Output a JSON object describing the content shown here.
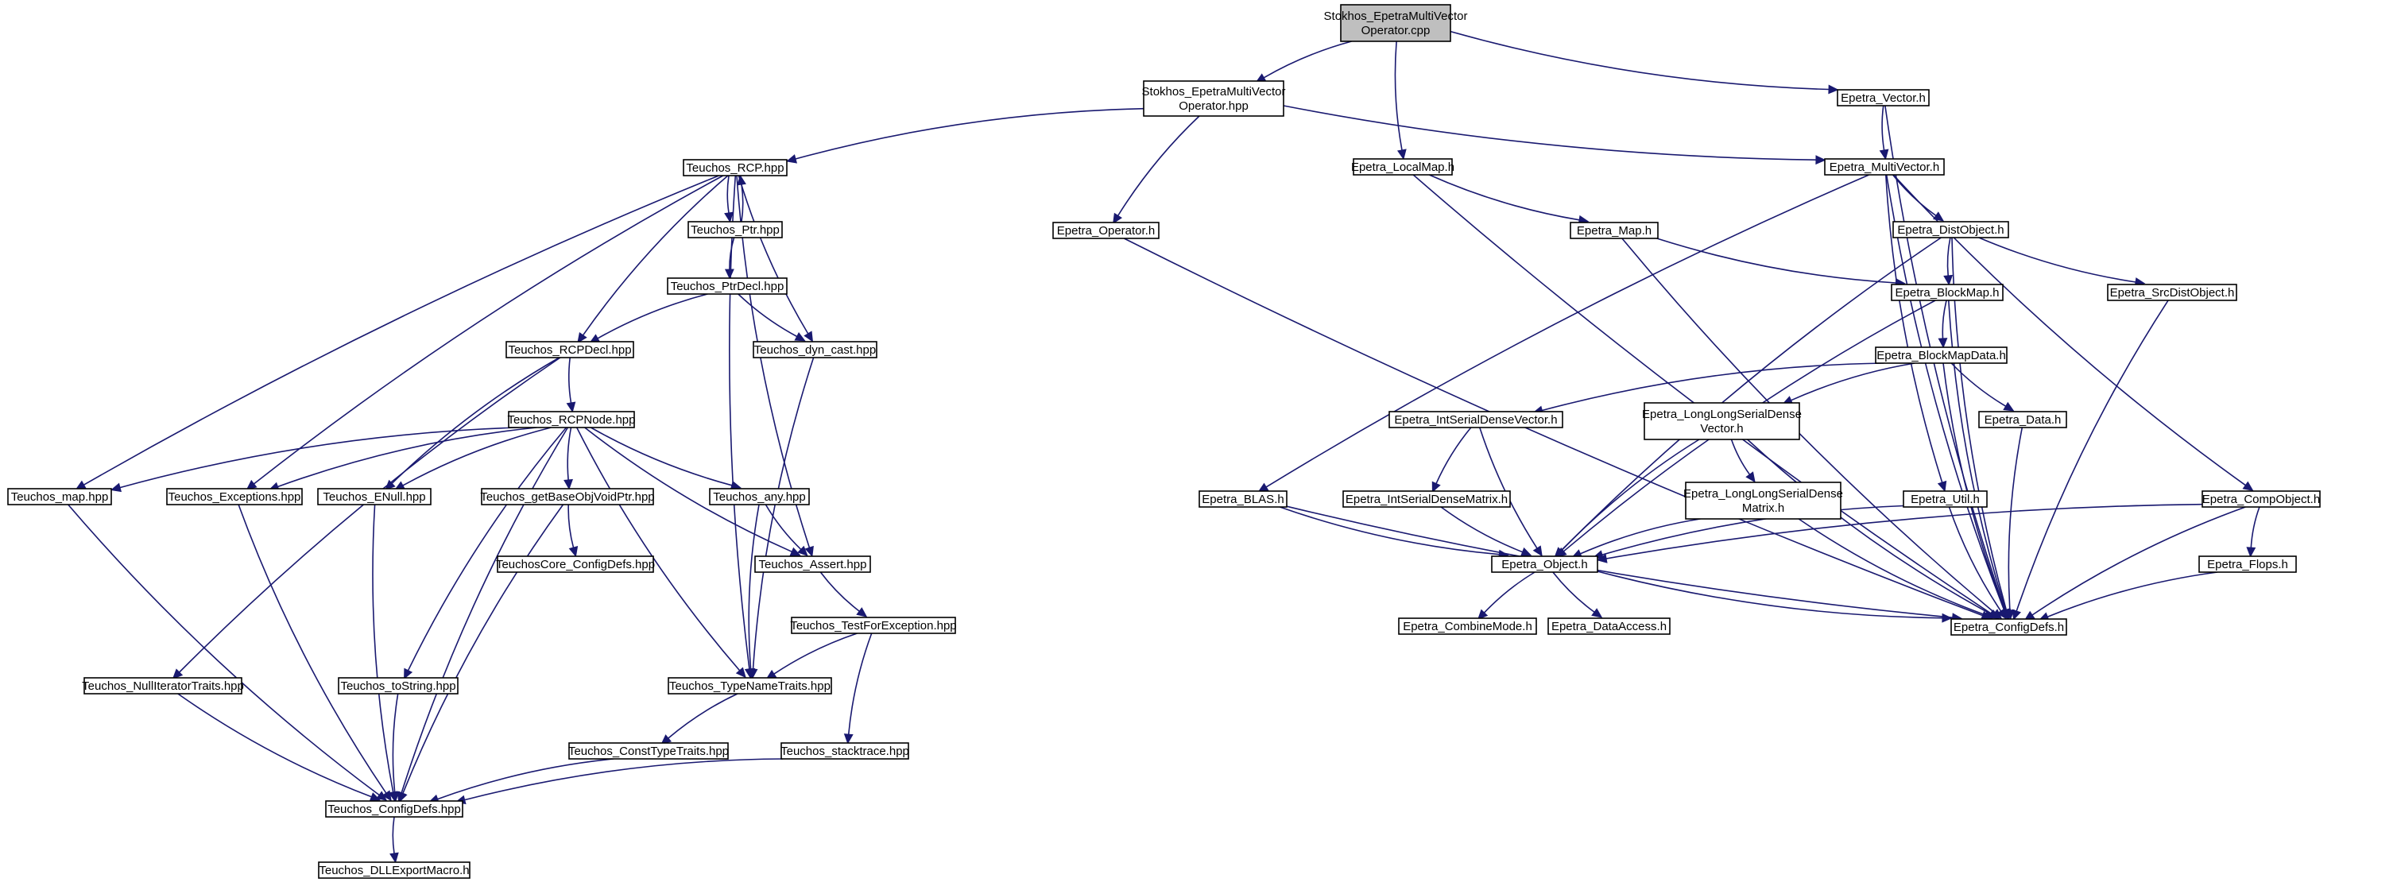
{
  "graph": {
    "nodes": [
      {
        "id": "root",
        "lines": [
          "Stokhos_EpetraMultiVector",
          "Operator.cpp"
        ],
        "root": true
      },
      {
        "id": "stok_hpp",
        "lines": [
          "Stokhos_EpetraMultiVector",
          "Operator.hpp"
        ]
      },
      {
        "id": "rcp",
        "lines": [
          "Teuchos_RCP.hpp"
        ]
      },
      {
        "id": "ptr",
        "lines": [
          "Teuchos_Ptr.hpp"
        ]
      },
      {
        "id": "ptrdecl",
        "lines": [
          "Teuchos_PtrDecl.hpp"
        ]
      },
      {
        "id": "rcpdecl",
        "lines": [
          "Teuchos_RCPDecl.hpp"
        ]
      },
      {
        "id": "dyncast",
        "lines": [
          "Teuchos_dyn_cast.hpp"
        ]
      },
      {
        "id": "rcpnode",
        "lines": [
          "Teuchos_RCPNode.hpp"
        ]
      },
      {
        "id": "tmap",
        "lines": [
          "Teuchos_map.hpp"
        ]
      },
      {
        "id": "texc",
        "lines": [
          "Teuchos_Exceptions.hpp"
        ]
      },
      {
        "id": "tenull",
        "lines": [
          "Teuchos_ENull.hpp"
        ]
      },
      {
        "id": "tgetbase",
        "lines": [
          "Teuchos_getBaseObjVoidPtr.hpp"
        ]
      },
      {
        "id": "tany",
        "lines": [
          "Teuchos_any.hpp"
        ]
      },
      {
        "id": "tcorecfg",
        "lines": [
          "TeuchosCore_ConfigDefs.hpp"
        ]
      },
      {
        "id": "tassert",
        "lines": [
          "Teuchos_Assert.hpp"
        ]
      },
      {
        "id": "ttestexc",
        "lines": [
          "Teuchos_TestForException.hpp"
        ]
      },
      {
        "id": "tnulliter",
        "lines": [
          "Teuchos_NullIteratorTraits.hpp"
        ]
      },
      {
        "id": "ttostring",
        "lines": [
          "Teuchos_toString.hpp"
        ]
      },
      {
        "id": "ttypename",
        "lines": [
          "Teuchos_TypeNameTraits.hpp"
        ]
      },
      {
        "id": "tconsttype",
        "lines": [
          "Teuchos_ConstTypeTraits.hpp"
        ]
      },
      {
        "id": "tstack",
        "lines": [
          "Teuchos_stacktrace.hpp"
        ]
      },
      {
        "id": "tcfg",
        "lines": [
          "Teuchos_ConfigDefs.hpp"
        ]
      },
      {
        "id": "tdll",
        "lines": [
          "Teuchos_DLLExportMacro.h"
        ]
      },
      {
        "id": "evector",
        "lines": [
          "Epetra_Vector.h"
        ]
      },
      {
        "id": "elocalmap",
        "lines": [
          "Epetra_LocalMap.h"
        ]
      },
      {
        "id": "emv",
        "lines": [
          "Epetra_MultiVector.h"
        ]
      },
      {
        "id": "eoperator",
        "lines": [
          "Epetra_Operator.h"
        ]
      },
      {
        "id": "emap",
        "lines": [
          "Epetra_Map.h"
        ]
      },
      {
        "id": "edist",
        "lines": [
          "Epetra_DistObject.h"
        ]
      },
      {
        "id": "eblockmap",
        "lines": [
          "Epetra_BlockMap.h"
        ]
      },
      {
        "id": "esrcdist",
        "lines": [
          "Epetra_SrcDistObject.h"
        ]
      },
      {
        "id": "ebmdata",
        "lines": [
          "Epetra_BlockMapData.h"
        ]
      },
      {
        "id": "eintvec",
        "lines": [
          "Epetra_IntSerialDenseVector.h"
        ]
      },
      {
        "id": "elongvec",
        "lines": [
          "Epetra_LongLongSerialDense",
          "Vector.h"
        ]
      },
      {
        "id": "edata",
        "lines": [
          "Epetra_Data.h"
        ]
      },
      {
        "id": "eblas",
        "lines": [
          "Epetra_BLAS.h"
        ]
      },
      {
        "id": "eintmat",
        "lines": [
          "Epetra_IntSerialDenseMatrix.h"
        ]
      },
      {
        "id": "elongmat",
        "lines": [
          "Epetra_LongLongSerialDense",
          "Matrix.h"
        ]
      },
      {
        "id": "eutil",
        "lines": [
          "Epetra_Util.h"
        ]
      },
      {
        "id": "ecomp",
        "lines": [
          "Epetra_CompObject.h"
        ]
      },
      {
        "id": "eobject",
        "lines": [
          "Epetra_Object.h"
        ]
      },
      {
        "id": "eflops",
        "lines": [
          "Epetra_Flops.h"
        ]
      },
      {
        "id": "ecombine",
        "lines": [
          "Epetra_CombineMode.h"
        ]
      },
      {
        "id": "edataacc",
        "lines": [
          "Epetra_DataAccess.h"
        ]
      },
      {
        "id": "ecfg",
        "lines": [
          "Epetra_ConfigDefs.h"
        ]
      }
    ],
    "edges": [
      [
        "root",
        "stok_hpp"
      ],
      [
        "root",
        "elocalmap"
      ],
      [
        "root",
        "evector"
      ],
      [
        "stok_hpp",
        "rcp"
      ],
      [
        "stok_hpp",
        "eoperator"
      ],
      [
        "stok_hpp",
        "emv"
      ],
      [
        "rcp",
        "ptr"
      ],
      [
        "ptr",
        "rcp"
      ],
      [
        "rcp",
        "rcpdecl"
      ],
      [
        "rcp",
        "dyncast"
      ],
      [
        "rcp",
        "tmap"
      ],
      [
        "rcp",
        "texc"
      ],
      [
        "rcp",
        "tassert"
      ],
      [
        "rcp",
        "ttypename"
      ],
      [
        "ptr",
        "ptrdecl"
      ],
      [
        "ptrdecl",
        "rcpdecl"
      ],
      [
        "ptrdecl",
        "dyncast"
      ],
      [
        "rcpdecl",
        "rcpnode"
      ],
      [
        "rcpdecl",
        "tenull"
      ],
      [
        "rcpdecl",
        "tnulliter"
      ],
      [
        "rcpnode",
        "tmap"
      ],
      [
        "rcpnode",
        "texc"
      ],
      [
        "rcpnode",
        "tenull"
      ],
      [
        "rcpnode",
        "tgetbase"
      ],
      [
        "rcpnode",
        "tany"
      ],
      [
        "rcpnode",
        "tassert"
      ],
      [
        "rcpnode",
        "ttostring"
      ],
      [
        "rcpnode",
        "ttypename"
      ],
      [
        "rcpnode",
        "tcfg"
      ],
      [
        "dyncast",
        "ttypename"
      ],
      [
        "tgetbase",
        "tcorecfg"
      ],
      [
        "tgetbase",
        "tcfg"
      ],
      [
        "tany",
        "tassert"
      ],
      [
        "tany",
        "ttypename"
      ],
      [
        "tassert",
        "ttestexc"
      ],
      [
        "ttestexc",
        "ttypename"
      ],
      [
        "ttestexc",
        "tstack"
      ],
      [
        "ttypename",
        "tconsttype"
      ],
      [
        "tconsttype",
        "tcfg"
      ],
      [
        "tstack",
        "tcfg"
      ],
      [
        "tmap",
        "tcfg"
      ],
      [
        "texc",
        "tcfg"
      ],
      [
        "tenull",
        "tcfg"
      ],
      [
        "tnulliter",
        "tcfg"
      ],
      [
        "ttostring",
        "tcfg"
      ],
      [
        "tcfg",
        "tdll"
      ],
      [
        "evector",
        "emv"
      ],
      [
        "evector",
        "ecfg"
      ],
      [
        "elocalmap",
        "emap"
      ],
      [
        "elocalmap",
        "ecfg"
      ],
      [
        "eoperator",
        "ecfg"
      ],
      [
        "emv",
        "edist"
      ],
      [
        "emv",
        "eblas"
      ],
      [
        "emv",
        "eutil"
      ],
      [
        "emv",
        "ecomp"
      ],
      [
        "emv",
        "ecfg"
      ],
      [
        "emap",
        "eblockmap"
      ],
      [
        "emap",
        "ecfg"
      ],
      [
        "edist",
        "eblockmap"
      ],
      [
        "edist",
        "esrcdist"
      ],
      [
        "edist",
        "eobject"
      ],
      [
        "edist",
        "ecfg"
      ],
      [
        "eblockmap",
        "ebmdata"
      ],
      [
        "eblockmap",
        "eobject"
      ],
      [
        "eblockmap",
        "ecfg"
      ],
      [
        "esrcdist",
        "ecfg"
      ],
      [
        "ebmdata",
        "eintvec"
      ],
      [
        "ebmdata",
        "elongvec"
      ],
      [
        "ebmdata",
        "edata"
      ],
      [
        "ebmdata",
        "ecfg"
      ],
      [
        "eintvec",
        "eintmat"
      ],
      [
        "eintvec",
        "eobject"
      ],
      [
        "elongvec",
        "elongmat"
      ],
      [
        "elongvec",
        "eobject"
      ],
      [
        "elongvec",
        "ecfg"
      ],
      [
        "edata",
        "ecfg"
      ],
      [
        "eblas",
        "eobject"
      ],
      [
        "eblas",
        "ecfg"
      ],
      [
        "eintmat",
        "eobject"
      ],
      [
        "elongmat",
        "eobject"
      ],
      [
        "elongmat",
        "ecfg"
      ],
      [
        "eutil",
        "eobject"
      ],
      [
        "eutil",
        "ecfg"
      ],
      [
        "ecomp",
        "eobject"
      ],
      [
        "ecomp",
        "eflops"
      ],
      [
        "ecomp",
        "ecfg"
      ],
      [
        "eobject",
        "ecombine"
      ],
      [
        "eobject",
        "edataacc"
      ],
      [
        "eobject",
        "ecfg"
      ],
      [
        "eflops",
        "ecfg"
      ]
    ]
  }
}
